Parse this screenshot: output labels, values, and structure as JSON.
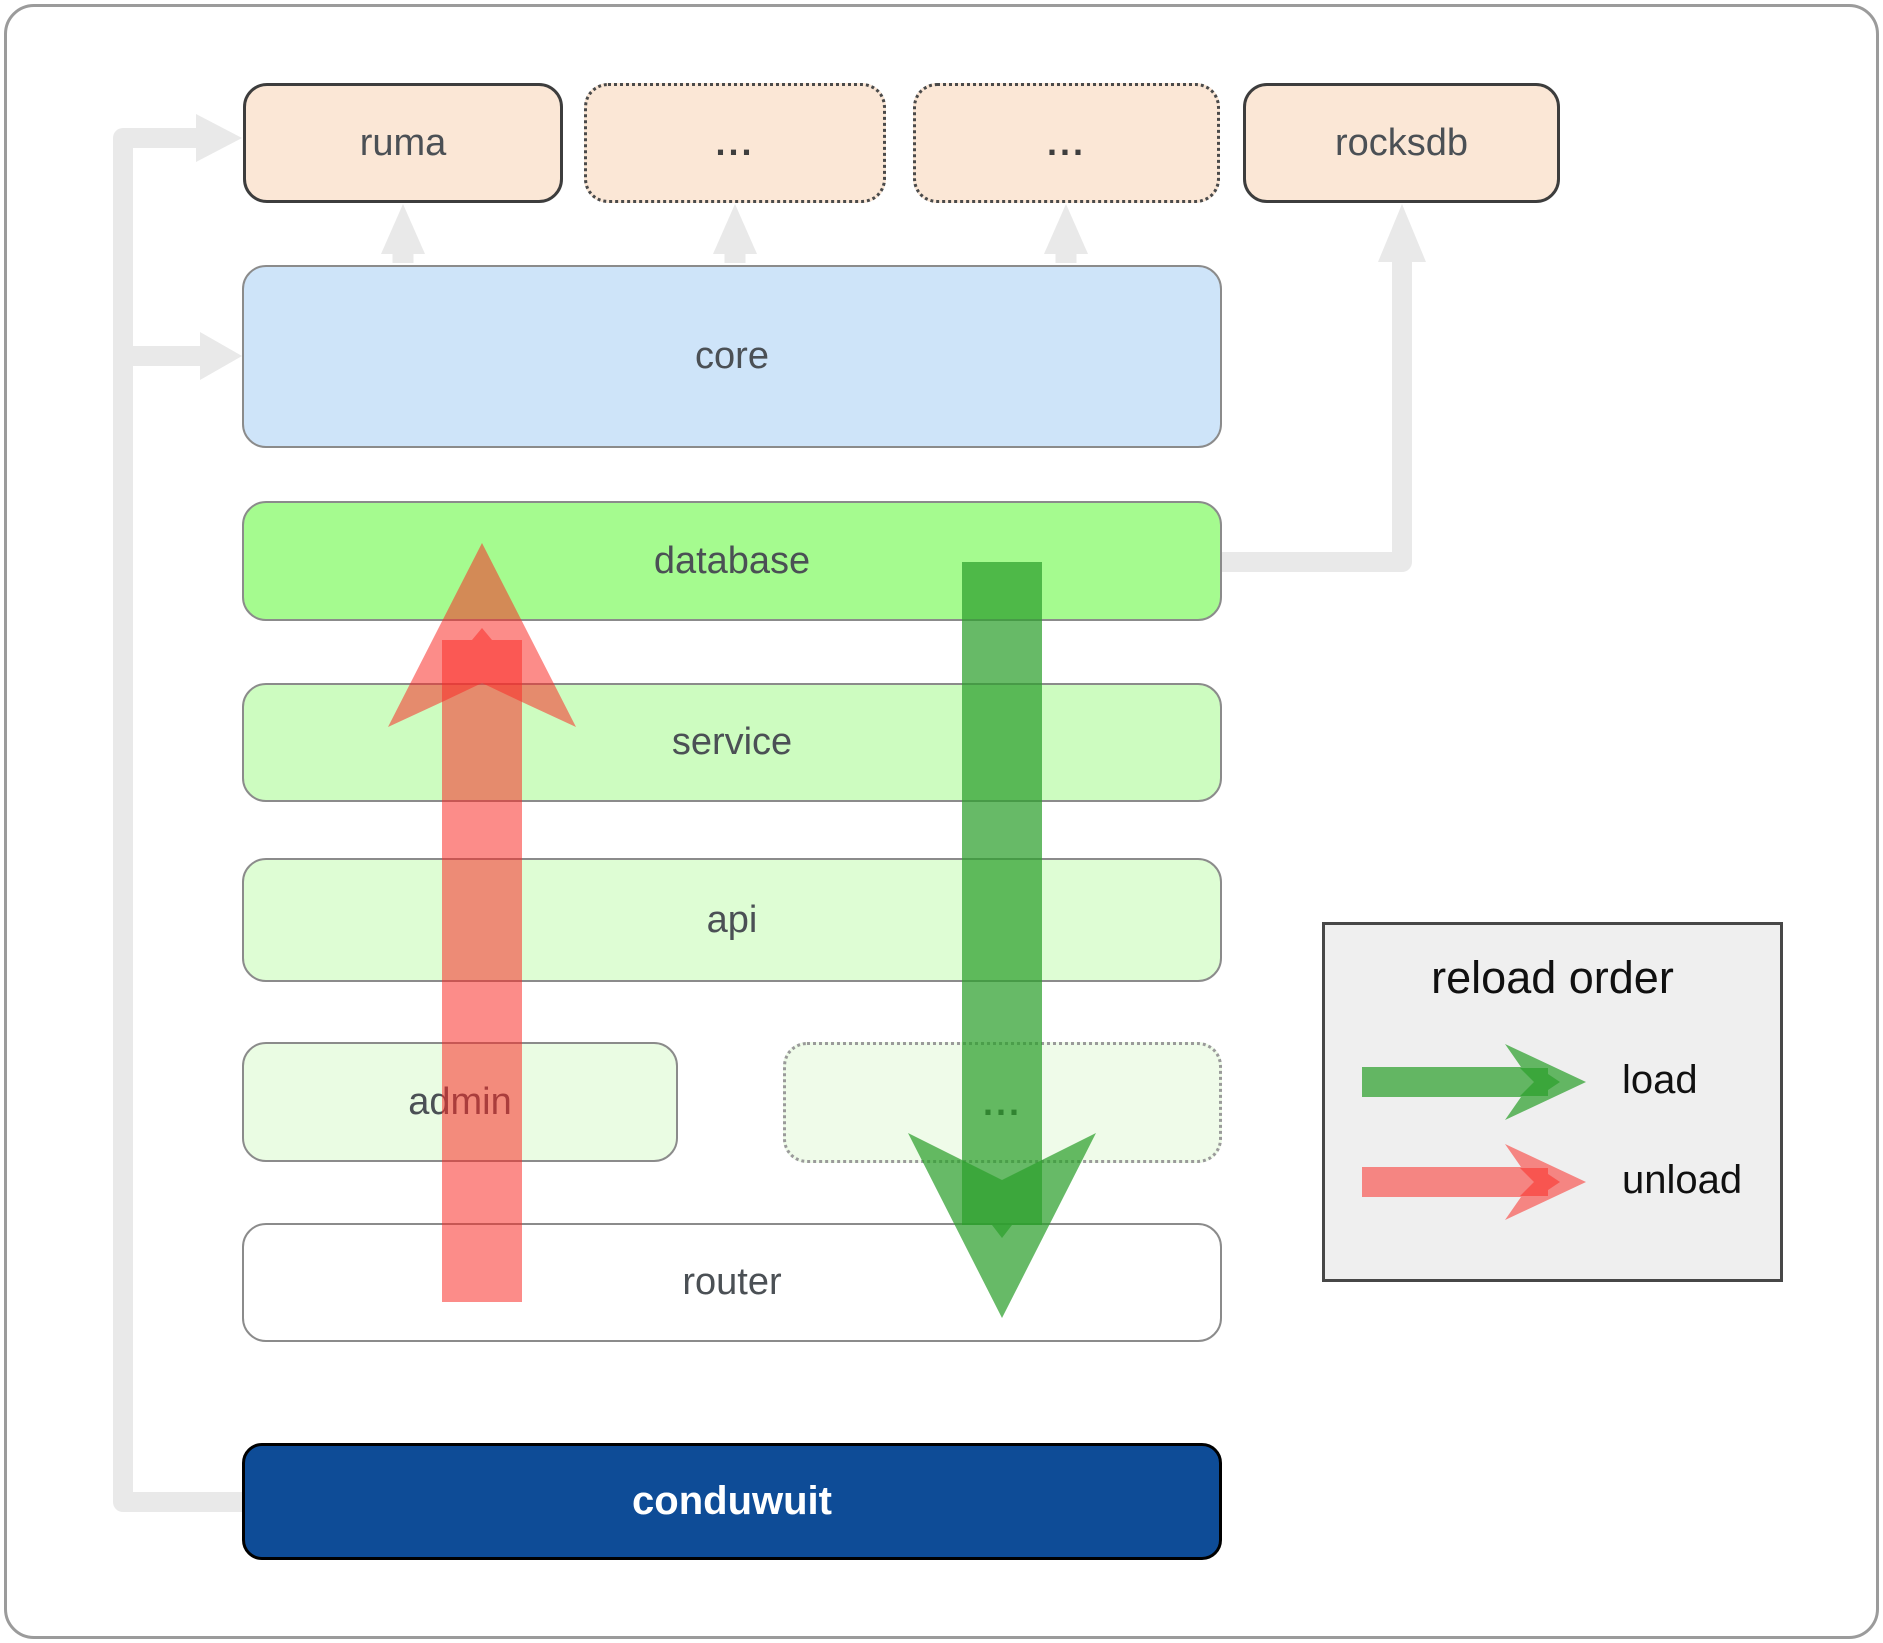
{
  "diagram": {
    "top_row": [
      {
        "label": "ruma",
        "border": "solid"
      },
      {
        "label": "...",
        "border": "dotted"
      },
      {
        "label": "...",
        "border": "dotted"
      },
      {
        "label": "rocksdb",
        "border": "solid"
      }
    ],
    "layers": [
      {
        "label": "core"
      },
      {
        "label": "database"
      },
      {
        "label": "service"
      },
      {
        "label": "api"
      }
    ],
    "admin_row": [
      {
        "label": "admin",
        "border": "solid"
      },
      {
        "label": "...",
        "border": "dotted"
      }
    ],
    "router": {
      "label": "router"
    },
    "app": {
      "label": "conduwuit"
    }
  },
  "legend": {
    "title": "reload order",
    "items": [
      {
        "label": "load"
      },
      {
        "label": "unload"
      }
    ]
  },
  "colors": {
    "crate_fill": "#fbe7d6",
    "core_fill": "#cee4f9",
    "database_fill": "#a5fb8f",
    "service_fill": "#cdfcc0",
    "api_fill": "#defdd4",
    "admin_fill": "#eafce3",
    "admin_dotted_fill": "#effbe9",
    "router_fill": "#ffffff",
    "app_fill": "#0e4c97",
    "legend_fill": "#efefef",
    "connector": "#e9e9e9",
    "load_arrow": "#2ca02c",
    "unload_arrow": "#fa2d28"
  }
}
